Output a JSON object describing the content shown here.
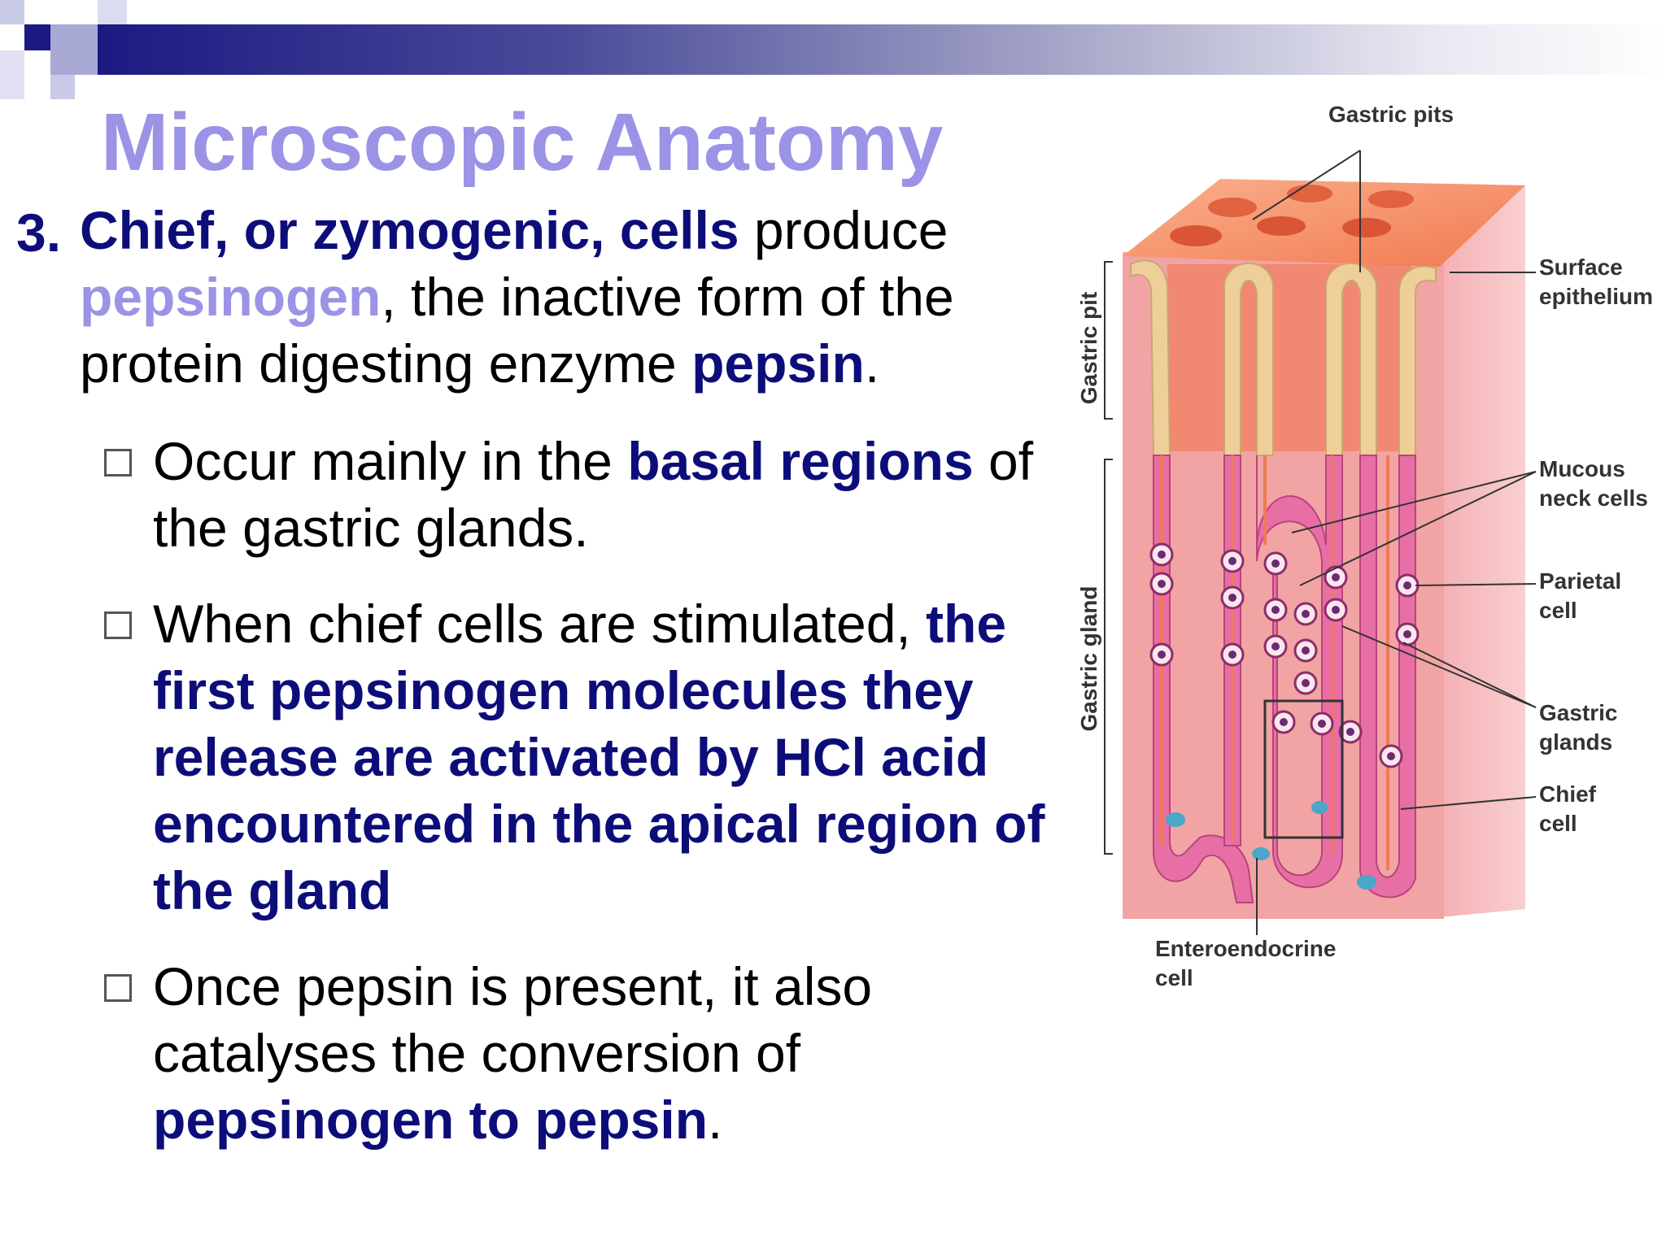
{
  "slide": {
    "title": "Microscopic Anatomy",
    "point_number": "3.",
    "main": {
      "term": "Chief, or zymogenic, cells",
      "t1": " produce ",
      "highlight": "pepsinogen",
      "line2_rest": ", the inactive form of the",
      "line3_pre": "protein digesting enzyme ",
      "line3_bold": "pepsin",
      "line3_end": "."
    },
    "bullets": [
      {
        "pre": "Occur mainly in the ",
        "bold": "basal regions",
        "post": " of",
        "line2": "the gastric glands."
      },
      {
        "pre": "When chief cells are stimulated, ",
        "bold1": "the",
        "lines": [
          "first pepsinogen molecules they",
          "release are activated by HCl acid",
          "encountered in the apical region of",
          "the gland"
        ]
      },
      {
        "l1": "Once pepsin is present, it also",
        "l2": "catalyses the conversion of",
        "bold": "pepsinogen to pepsin",
        "end": "."
      }
    ]
  },
  "diagram": {
    "labels": {
      "gastric_pits": "Gastric pits",
      "surface_epithelium_1": "Surface",
      "surface_epithelium_2": "epithelium",
      "mucous_neck_1": "Mucous",
      "mucous_neck_2": "neck cells",
      "parietal_1": "Parietal",
      "parietal_2": "cell",
      "gastric_glands_1": "Gastric",
      "gastric_glands_2": "glands",
      "chief_1": "Chief",
      "chief_2": "cell",
      "enteroendocrine_1": "Enteroendocrine",
      "enteroendocrine_2": "cell",
      "gastric_pit_vertical": "Gastric pit",
      "gastric_gland_vertical": "Gastric gland"
    },
    "colors": {
      "tissue": "#f2a4a4",
      "top_surface": "#f58a5e",
      "epithelium": "#eecf9a",
      "gland_cells": "#e86fa6",
      "lumen": "#f07a56",
      "enteroendocrine": "#4aa7c9"
    }
  }
}
